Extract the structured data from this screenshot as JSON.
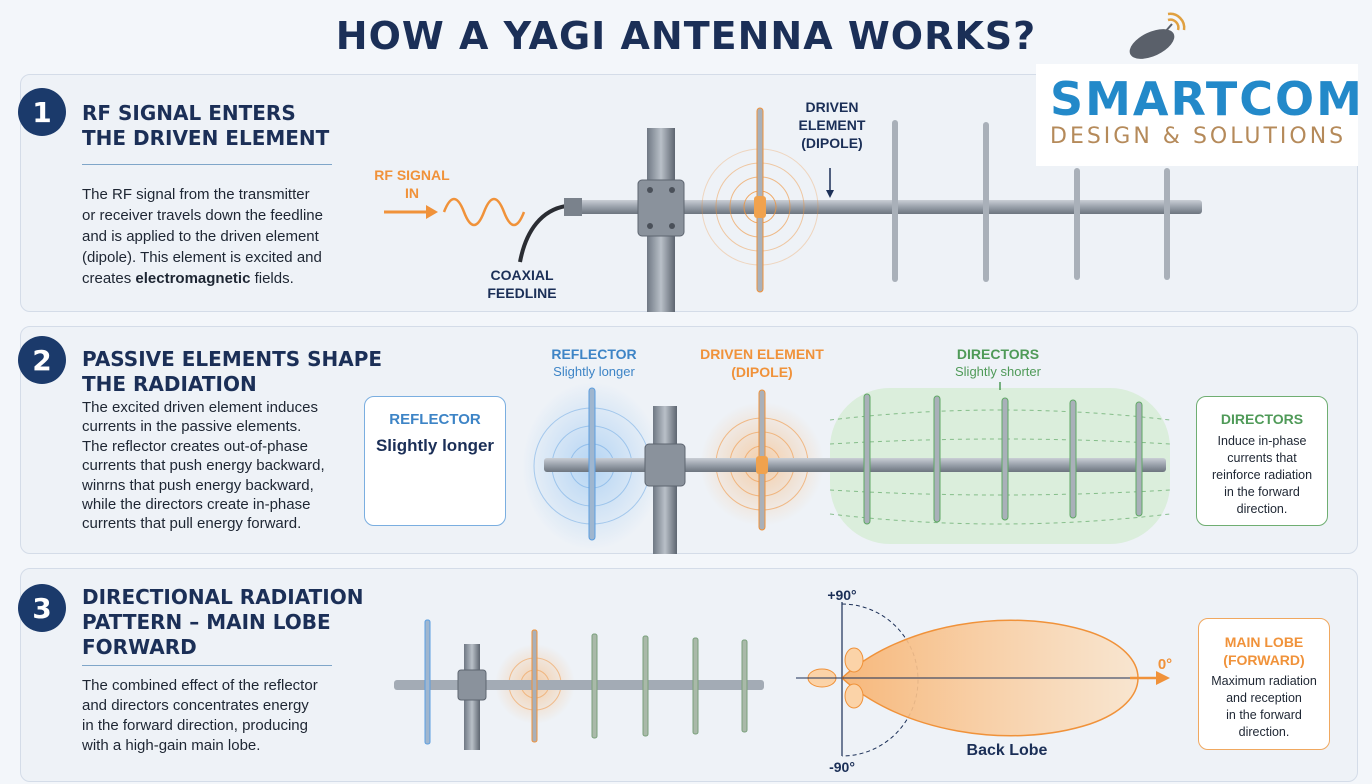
{
  "title": "HOW A YAGI ANTENNA WORKS?",
  "logo": {
    "name": "SMARTCOM",
    "tagline": "DESIGN & SOLUTIONS"
  },
  "colors": {
    "navy": "#1b2f57",
    "orange": "#f0923a",
    "blue": "#5b9ee0",
    "green": "#4f9a58",
    "logo_blue": "#2389c9",
    "logo_gold": "#b58a5a"
  },
  "step1": {
    "number": "1",
    "title_l1": "RF SIGNAL ENTERS",
    "title_l2": "THE DRIVEN ELEMENT",
    "text_l1": "The RF signal from the transmitter",
    "text_l2": "or receiver travels down the feedline",
    "text_l3": "and is applied to the driven element",
    "text_l4": "(dipole). This element is excited and",
    "text_l5a": "creates",
    "text_l5b": "electromagnetic",
    "text_l5c": "fields.",
    "rf_in_l1": "RF SIGNAL",
    "rf_in_l2": "IN",
    "coax_l1": "COAXIAL",
    "coax_l2": "FEEDLINE",
    "driven_l1": "DRIVEN",
    "driven_l2": "ELEMENT",
    "driven_l3": "(DIPOLE)"
  },
  "step2": {
    "number": "2",
    "title_l1": "PASSIVE ELEMENTS SHAPE",
    "title_l2": "THE RADIATION",
    "text_l1": "The excited driven element induces",
    "text_l2": "currents in the passive elements.",
    "text_l3": "The reflector creates out-of-phase",
    "text_l4": "currents that push energy backward,",
    "text_l5": "winrns that push energy backward,",
    "text_l6": "while the directors create in-phase",
    "text_l7": "currents that pull energy forward.",
    "reflector": "REFLECTOR",
    "reflector_sub": "Slightly longer",
    "driven_l1": "DRIVEN ELEMENT",
    "driven_l2": "(DIPOLE)",
    "directors": "DIRECTORS",
    "directors_sub": "Slightly shorter",
    "box_left_title": "REFLECTOR",
    "box_left_sub": "Slightly longer",
    "box_right_title": "DIRECTORS",
    "box_right_l1": "Induce in-phase",
    "box_right_l2": "currents that",
    "box_right_l3": "reinforce radiation",
    "box_right_l4": "in the forward",
    "box_right_l5": "direction."
  },
  "step3": {
    "number": "3",
    "title_l1": "DIRECTIONAL RADIATION",
    "title_l2": "PATTERN – MAIN LOBE",
    "title_l3": "FORWARD",
    "text_l1": "The combined effect of the reflector",
    "text_l2": "and directors concentrates energy",
    "text_l3": "in the forward direction, producing",
    "text_l4": "with a high-gain main lobe.",
    "plus90": "+90°",
    "minus90": "-90°",
    "zero": "0°",
    "back_lobe": "Back Lobe",
    "box_title_l1": "MAIN LOBE",
    "box_title_l2": "(FORWARD)",
    "box_l1": "Maximum radiation",
    "box_l2": "and reception",
    "box_l3": "in the forward",
    "box_l4": "direction."
  }
}
